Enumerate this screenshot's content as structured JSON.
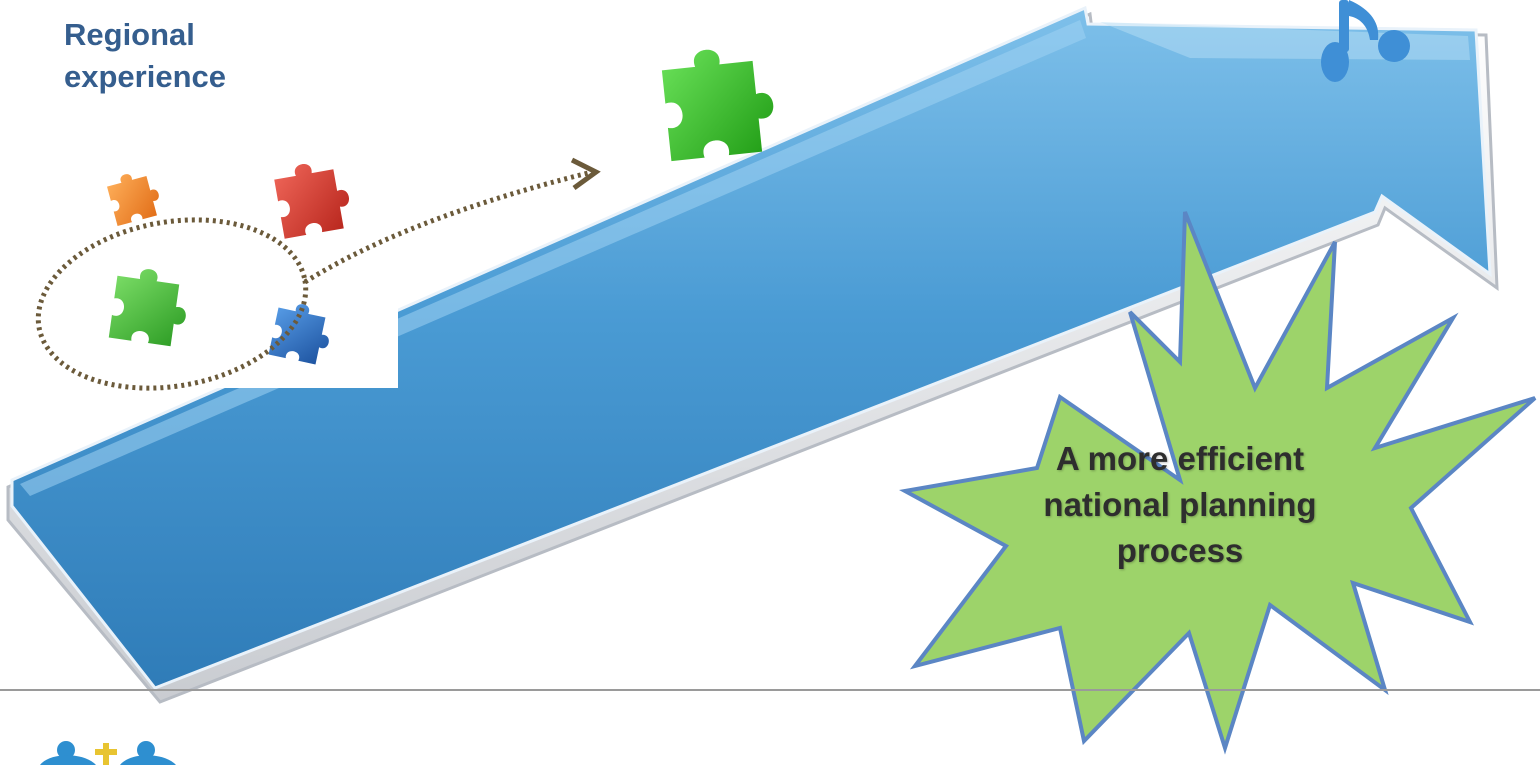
{
  "heading": {
    "line1": "Regional",
    "line2": "experience"
  },
  "outcome": {
    "line1": "A more efficient",
    "line2": "national planning",
    "line3": "process"
  },
  "colors": {
    "heading_text": "#355e8e",
    "arrow_blue": "#4a9bd4",
    "burst_fill": "#9dd36a",
    "burst_stroke": "#5b86c4",
    "puzzle_green": "#39c42a",
    "puzzle_orange": "#f08a2c",
    "puzzle_red": "#d83b2d",
    "puzzle_blue": "#2a6fc2",
    "dotted_path": "#6b5a3a",
    "divider": "#9a9a9a"
  },
  "icons": [
    "orange-puzzle-piece-icon",
    "red-puzzle-piece-icon",
    "green-puzzle-piece-icon",
    "blue-puzzle-piece-icon",
    "large-green-puzzle-piece-icon",
    "music-note-icon",
    "logo-icon"
  ]
}
